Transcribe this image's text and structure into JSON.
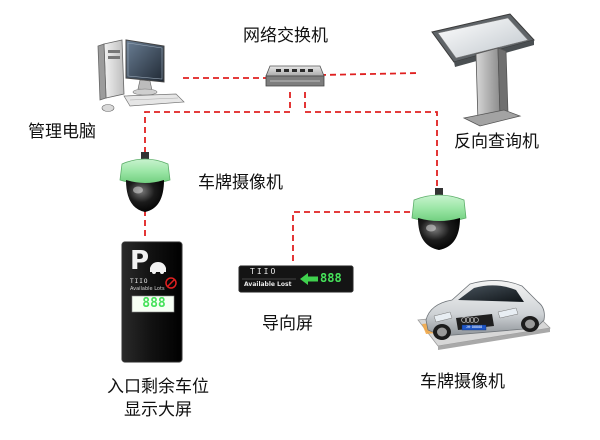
{
  "labels": {
    "switch": "网络交换机",
    "admin_pc": "管理电脑",
    "kiosk": "反向查询机",
    "camera_top": "车牌摄像机",
    "camera_bottom": "车牌摄像机",
    "guide_screen": "导向屏",
    "entrance_display_line1": "入口剩余车位",
    "entrance_display_line2": "显示大屏"
  },
  "entrance_sign": {
    "letter": "P",
    "brand": "TIIO",
    "caption": "Available Lots",
    "count": "888"
  },
  "guide_sign": {
    "brand": "TIIO",
    "caption": "Available Lost",
    "count": "888"
  },
  "car_plate": "JH·D8888",
  "colors": {
    "link": "#e02020",
    "camera_band": "#9be6a6",
    "counter_green": "#46e25a",
    "arrow_green": "#3fd04d"
  },
  "icons": {
    "switch": "network-switch-icon",
    "pc": "desktop-computer-icon",
    "kiosk": "touch-kiosk-icon",
    "camera": "dome-camera-icon",
    "car": "car-icon",
    "arrow": "arrow-left-icon",
    "parking": "parking-icon"
  }
}
